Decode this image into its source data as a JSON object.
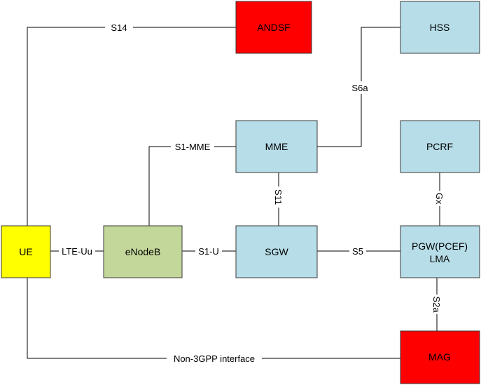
{
  "colors": {
    "blue": "#b7dde8",
    "red": "#ff0000",
    "yellow": "#ffff00",
    "green": "#c4d79b",
    "stroke": "#3a3a3a",
    "line": "#000000"
  },
  "nodes": {
    "andsf": {
      "label": "ANDSF",
      "color": "red"
    },
    "hss": {
      "label": "HSS",
      "color": "blue"
    },
    "mme": {
      "label": "MME",
      "color": "blue"
    },
    "pcrf": {
      "label": "PCRF",
      "color": "blue"
    },
    "ue": {
      "label": "UE",
      "color": "yellow"
    },
    "enodeb": {
      "label": "eNodeB",
      "color": "green"
    },
    "sgw": {
      "label": "SGW",
      "color": "blue"
    },
    "pgw": {
      "label": "PGW(PCEF)",
      "label2": "LMA",
      "color": "blue"
    },
    "mag": {
      "label": "MAG",
      "color": "red"
    }
  },
  "edges": {
    "s14": {
      "label": "S14",
      "from": "ue",
      "to": "andsf"
    },
    "s6a": {
      "label": "S6a",
      "from": "mme",
      "to": "hss"
    },
    "s1mme": {
      "label": "S1-MME",
      "from": "enodeb",
      "to": "mme"
    },
    "s11": {
      "label": "S11",
      "from": "mme",
      "to": "sgw"
    },
    "gx": {
      "label": "Gx",
      "from": "pcrf",
      "to": "pgw"
    },
    "lteuu": {
      "label": "LTE-Uu",
      "from": "ue",
      "to": "enodeb"
    },
    "s1u": {
      "label": "S1-U",
      "from": "enodeb",
      "to": "sgw"
    },
    "s5": {
      "label": "S5",
      "from": "sgw",
      "to": "pgw"
    },
    "s2a": {
      "label": "S2a",
      "from": "pgw",
      "to": "mag"
    },
    "non3gpp": {
      "label": "Non-3GPP interface",
      "from": "ue",
      "to": "mag"
    }
  }
}
